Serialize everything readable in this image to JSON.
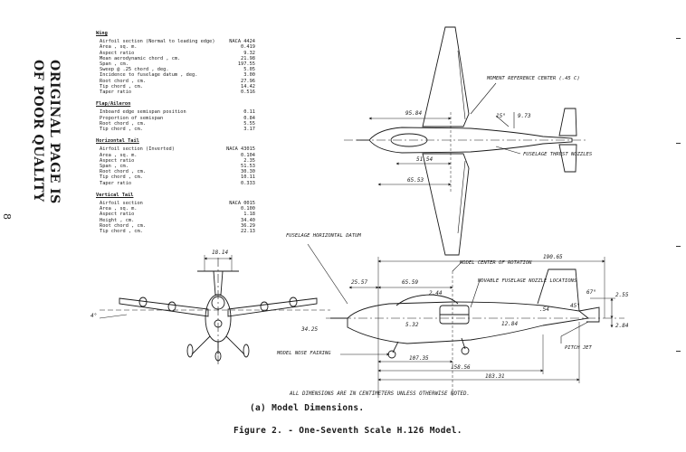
{
  "margin_stamp": {
    "line1": "ORIGINAL PAGE IS",
    "line2": "OF POOR QUALITY"
  },
  "page_number": "8",
  "specs": [
    {
      "heading": "Wing",
      "rows": [
        {
          "label": "Airfoil section (Normal to leading edge)",
          "value": "NACA 4424"
        },
        {
          "label": "Area , sq. m.",
          "value": "0.419"
        },
        {
          "label": "Aspect ratio",
          "value": "9.32"
        },
        {
          "label": "Mean aerodynamic chord , cm.",
          "value": "21.98"
        },
        {
          "label": "Span , cm.",
          "value": "197.55"
        },
        {
          "label": "Sweep @ .25 chord , deg.",
          "value": "5.05"
        },
        {
          "label": "Incidence to fuselage datum , deg.",
          "value": "3.00"
        },
        {
          "label": "Root chord , cm.",
          "value": "27.96"
        },
        {
          "label": "Tip chord , cm.",
          "value": "14.42"
        },
        {
          "label": "Taper ratio",
          "value": "0.516"
        }
      ]
    },
    {
      "heading": "Flap/Aileron",
      "rows": [
        {
          "label": "Inboard edge semispan position",
          "value": "0.11"
        },
        {
          "label": "Proportion of semispan",
          "value": "0.84"
        },
        {
          "label": "Root chord , cm.",
          "value": "5.55"
        },
        {
          "label": "Tip chord , cm.",
          "value": "3.17"
        }
      ]
    },
    {
      "heading": "Horizontal Tail",
      "rows": [
        {
          "label": "Airfoil section (Inverted)",
          "value": "NACA 43015"
        },
        {
          "label": "Area , sq. m.",
          "value": "0.104"
        },
        {
          "label": "Aspect ratio",
          "value": "2.35"
        },
        {
          "label": "Span , cm.",
          "value": "51.53"
        },
        {
          "label": "Root chord , cm.",
          "value": "30.30"
        },
        {
          "label": "Tip chord , cm.",
          "value": "10.11"
        },
        {
          "label": "Taper ratio",
          "value": "0.333"
        }
      ]
    },
    {
      "heading": "Vertical Tail",
      "rows": [
        {
          "label": "Airfoil section",
          "value": "NACA 0015"
        },
        {
          "label": "Area , sq. m.",
          "value": "0.100"
        },
        {
          "label": "Aspect ratio",
          "value": "1.18"
        },
        {
          "label": "Height , cm.",
          "value": "34.40"
        },
        {
          "label": "Root chord , cm.",
          "value": "36.29"
        },
        {
          "label": "Tip chord , cm.",
          "value": "22.13"
        }
      ]
    }
  ],
  "drawing": {
    "notes": {
      "moment_ref": "MOMENT REFERENCE CENTER (.45 C)",
      "fuselage_thrust_nozzles": "FUSELAGE THRUST NOZZLES",
      "fuselage_horizontal_datum": "FUSELAGE HORIZONTAL DATUM",
      "model_center_rotation": "MODEL CENTER OF ROTATION",
      "movable_nozzle_locations": "MOVABLE FUSELAGE NOZZLE LOCATIONS",
      "model_nose_fairing": "MODEL NOSE FAIRING",
      "pitch_jet": "PITCH JET",
      "all_dims_note": "ALL DIMENSIONS ARE IN CENTIMETERS UNLESS OTHERWISE NOTED."
    },
    "dims": {
      "d9584": "95.84",
      "d15deg": "15°",
      "d973": "9.73",
      "d5154": "51.54",
      "d6553": "65.53",
      "d1814": "18.14",
      "d4deg": "4°",
      "d3425": "34.25",
      "d19065": "190.65",
      "d2557": "25.57",
      "d6559": "65.59",
      "d244": "2.44",
      "d532": "5.32",
      "d1284": "12.84",
      "d54": ".54",
      "d45deg": "45°",
      "d67deg": "67°",
      "d255": "2.55",
      "d284": "2.84",
      "d10735": "107.35",
      "d15856": "158.56",
      "d18331": "183.31"
    }
  },
  "caption": {
    "sub": "(a) Model Dimensions.",
    "main": "Figure 2. - One-Seventh Scale H.126 Model."
  }
}
